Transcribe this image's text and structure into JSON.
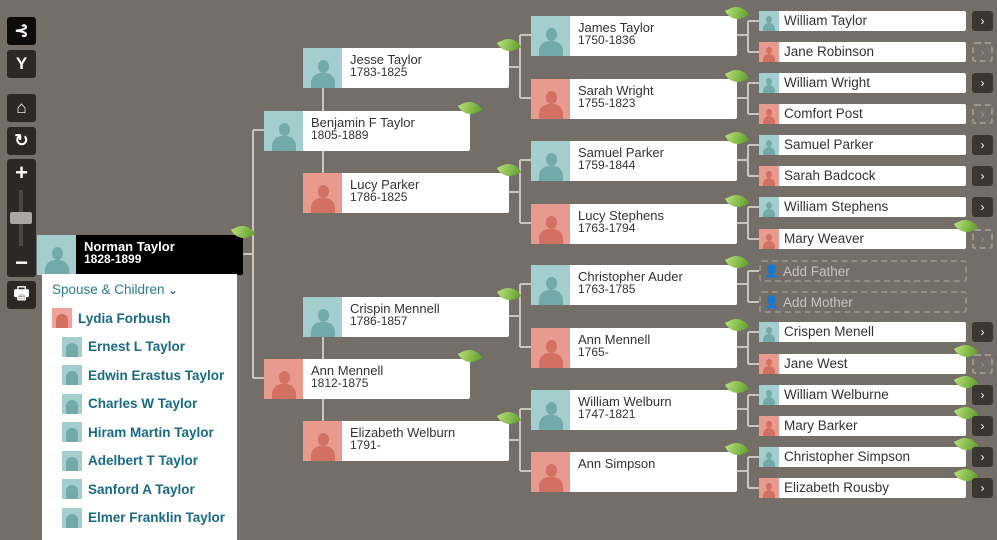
{
  "toolbar": {
    "buttons": [
      "pedigree-view",
      "descendancy-view",
      "home",
      "reset",
      "zoom-in",
      "zoom-out",
      "print"
    ],
    "zoom_level": 0.4
  },
  "root": {
    "name": "Norman Taylor",
    "dates": "1828-1899",
    "gender": "m"
  },
  "gen2": [
    {
      "name": "Benjamin F Taylor",
      "dates": "1805-1889",
      "gender": "m"
    },
    {
      "name": "Ann Mennell",
      "dates": "1812-1875",
      "gender": "f"
    }
  ],
  "gen3": [
    {
      "name": "Jesse Taylor",
      "dates": "1783-1825",
      "gender": "m"
    },
    {
      "name": "Lucy Parker",
      "dates": "1786-1825",
      "gender": "f"
    },
    {
      "name": "Crispin Mennell",
      "dates": "1786-1857",
      "gender": "m"
    },
    {
      "name": "Elizabeth Welburn",
      "dates": "1791-",
      "gender": "f"
    }
  ],
  "gen4": [
    {
      "name": "James Taylor",
      "dates": "1750-1836",
      "gender": "m"
    },
    {
      "name": "Sarah Wright",
      "dates": "1755-1823",
      "gender": "f"
    },
    {
      "name": "Samuel Parker",
      "dates": "1759-1844",
      "gender": "m"
    },
    {
      "name": "Lucy Stephens",
      "dates": "1763-1794",
      "gender": "f"
    },
    {
      "name": "Christopher Auder",
      "dates": "1763-1785",
      "gender": "m"
    },
    {
      "name": "Ann Mennell",
      "dates": "1765-",
      "gender": "f"
    },
    {
      "name": "William Welburn",
      "dates": "1747-1821",
      "gender": "m"
    },
    {
      "name": "Ann Simpson",
      "dates": "",
      "gender": "f"
    }
  ],
  "gen5": [
    {
      "name": "William Taylor",
      "gender": "m",
      "leaf": false,
      "arrow": "solid"
    },
    {
      "name": "Jane Robinson",
      "gender": "f",
      "leaf": false,
      "arrow": "dashed"
    },
    {
      "name": "William Wright",
      "gender": "m",
      "leaf": false,
      "arrow": "solid"
    },
    {
      "name": "Comfort Post",
      "gender": "f",
      "leaf": false,
      "arrow": "dashed"
    },
    {
      "name": "Samuel Parker",
      "gender": "m",
      "leaf": false,
      "arrow": "solid"
    },
    {
      "name": "Sarah Badcock",
      "gender": "f",
      "leaf": false,
      "arrow": "solid"
    },
    {
      "name": "William Stephens",
      "gender": "m",
      "leaf": false,
      "arrow": "solid"
    },
    {
      "name": "Mary Weaver",
      "gender": "f",
      "leaf": true,
      "arrow": "dashed"
    },
    {
      "name": "Add Father",
      "gender": "m",
      "add": true
    },
    {
      "name": "Add Mother",
      "gender": "f",
      "add": true
    },
    {
      "name": "Crispen Menell",
      "gender": "m",
      "leaf": false,
      "arrow": "solid"
    },
    {
      "name": "Jane West",
      "gender": "f",
      "leaf": true,
      "arrow": "dashed"
    },
    {
      "name": "William Welburne",
      "gender": "m",
      "leaf": true,
      "arrow": "solid"
    },
    {
      "name": "Mary Barker",
      "gender": "f",
      "leaf": true,
      "arrow": "solid"
    },
    {
      "name": "Christopher Simpson",
      "gender": "m",
      "leaf": true,
      "arrow": "solid"
    },
    {
      "name": "Elizabeth Rousby",
      "gender": "f",
      "leaf": true,
      "arrow": "solid"
    }
  ],
  "popup": {
    "header": "Spouse & Children",
    "spouse": {
      "name": "Lydia Forbush",
      "gender": "f"
    },
    "children": [
      "Ernest L Taylor",
      "Edwin Erastus Taylor",
      "Charles W Taylor",
      "Hiram Martin Taylor",
      "Adelbert T Taylor",
      "Sanford A Taylor",
      "Elmer Franklin Taylor"
    ]
  },
  "colors": {
    "background": "#736e67",
    "male": "#a4cdcd",
    "female": "#e89a8f",
    "link": "#196a85"
  }
}
